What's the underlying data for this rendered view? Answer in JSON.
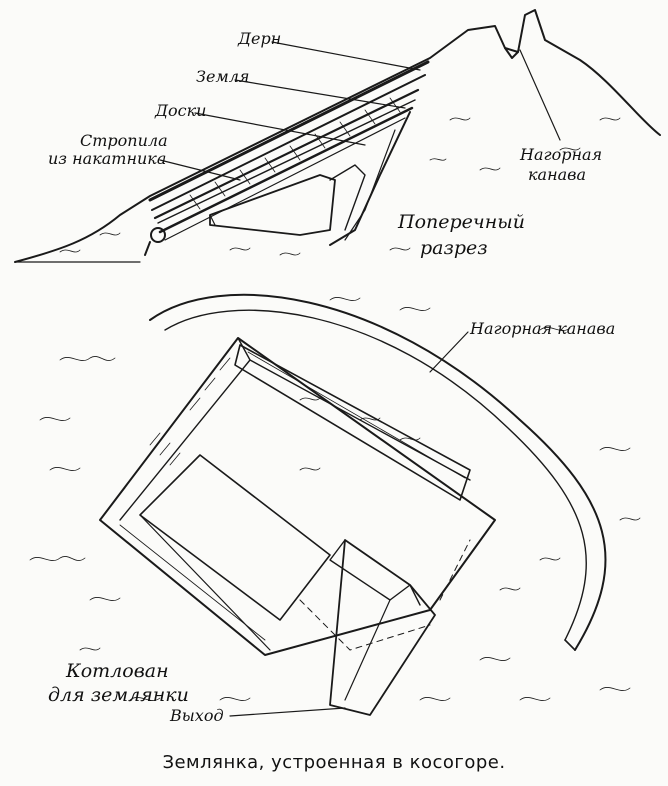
{
  "labels": {
    "sod": "Дерн",
    "earth": "Земля",
    "boards": "Доски",
    "rafters_line1": "Стропила",
    "rafters_line2": "из накатника",
    "upland_ditch_top_line1": "Нагорная",
    "upland_ditch_top_line2": "канава",
    "cross_section_line1": "Поперечный",
    "cross_section_line2": "разрез",
    "upland_ditch_plan": "Нагорная канава",
    "pit_line1": "Котлован",
    "pit_line2": "для землянки",
    "exit": "Выход"
  },
  "caption": "Землянка, устроенная в косогоре.",
  "colors": {
    "ink": "#1a1a1a",
    "paper": "#fbfbf9"
  }
}
